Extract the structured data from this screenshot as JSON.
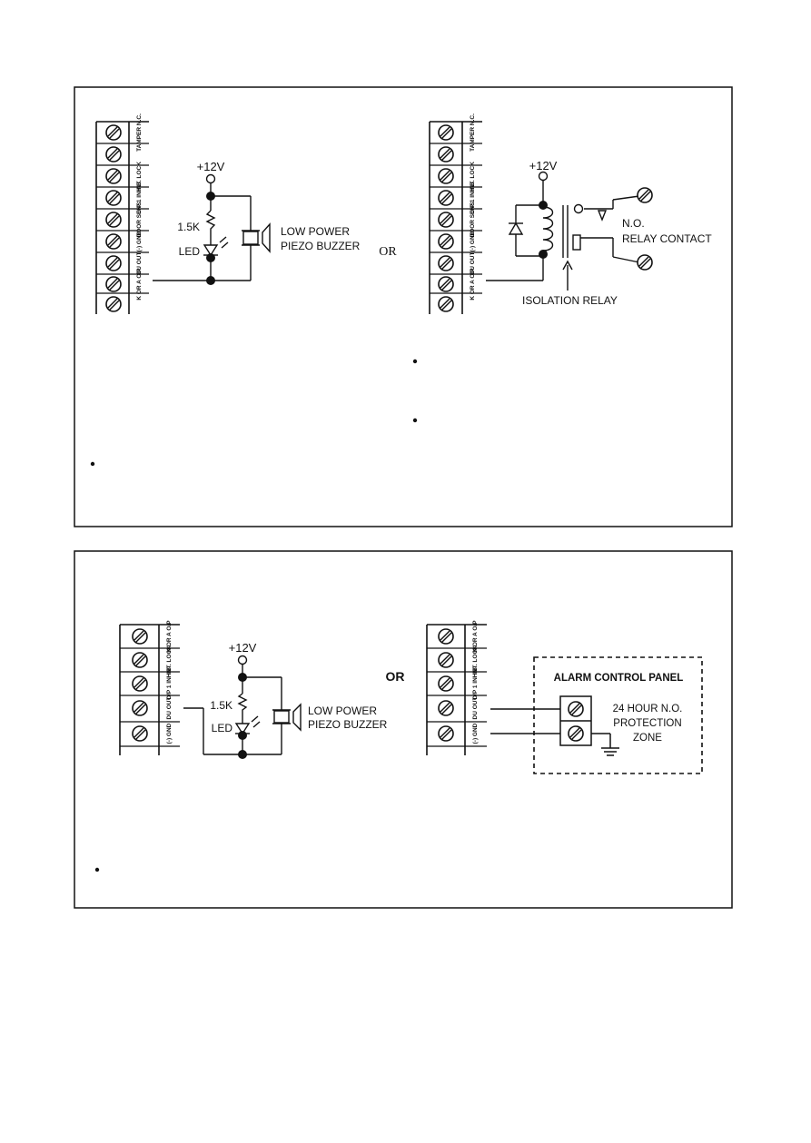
{
  "panel1": {
    "left": {
      "terminals": [
        "TAMPER N.C.",
        "INT. LOCK",
        "O/P 1 INHIB",
        "DOOR SENS",
        "(-) GND",
        "DU OUT",
        "K OR A O/P",
        ""
      ],
      "supply": "+12V",
      "resistor": "1.5K",
      "led": "LED",
      "buzzer_line1": "LOW POWER",
      "buzzer_line2": "PIEZO BUZZER"
    },
    "or_label": "OR",
    "right": {
      "terminals": [
        "TAMPER N.C.",
        "INT. LOCK",
        "O/P 1 INHIB",
        "DOOR SENS",
        "(-) GND",
        "DU OUT",
        "K OR A O/P",
        ""
      ],
      "supply": "+12V",
      "contact_line1": "N.O.",
      "contact_line2": "RELAY CONTACT",
      "relay": "ISOLATION RELAY"
    },
    "bullets": [
      "",
      "",
      ""
    ]
  },
  "panel2": {
    "left": {
      "terminals": [
        "K OR A O/P",
        "INT. LOCK",
        "O/P 1 INHIB",
        "DU OUT",
        "(-) GND"
      ],
      "supply": "+12V",
      "resistor": "1.5K",
      "led": "LED",
      "buzzer_line1": "LOW POWER",
      "buzzer_line2": "PIEZO BUZZER"
    },
    "or_label": "OR",
    "right": {
      "terminals": [
        "K OR A O/P",
        "INT. LOCK",
        "O/P 1 INHIB",
        "DU OUT",
        "(-) GND"
      ],
      "panel_title": "ALARM CONTROL PANEL",
      "zone_line1": "24 HOUR N.O.",
      "zone_line2": "PROTECTION",
      "zone_line3": "ZONE"
    },
    "bullets": [
      ""
    ]
  }
}
